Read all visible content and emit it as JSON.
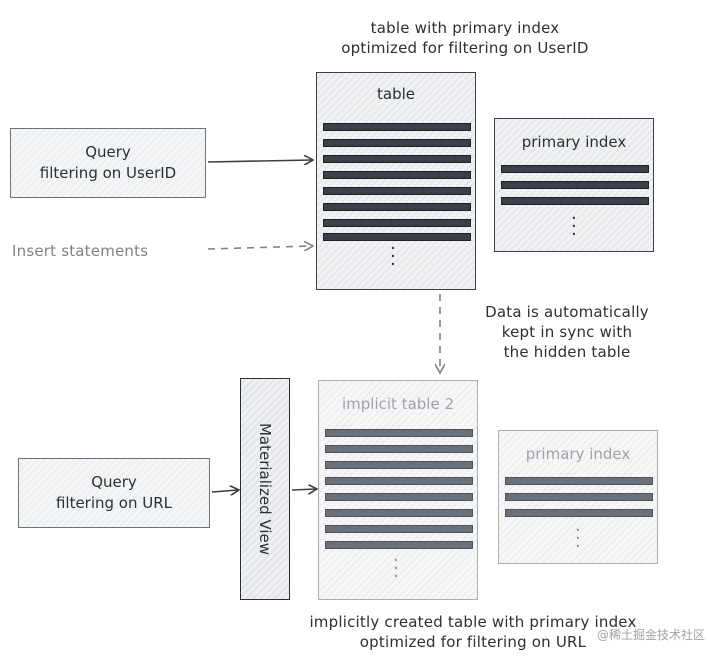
{
  "top_caption": [
    "table with primary index",
    "optimized for filtering on UserID"
  ],
  "table": {
    "title": "table"
  },
  "primary_index_top": {
    "title": "primary index"
  },
  "query_userid": [
    "Query",
    "filtering on UserID"
  ],
  "insert_label": "Insert statements",
  "sync_note": [
    "Data is automatically",
    "kept in sync with",
    "the hidden table"
  ],
  "materialized_view": {
    "label": "Materialized View"
  },
  "implicit_table": {
    "title": "implicit table 2"
  },
  "primary_index_bottom": {
    "title": "primary index"
  },
  "query_url": [
    "Query",
    "filtering on URL"
  ],
  "bottom_caption": [
    "implicitly created table with primary index",
    "optimized for filtering on URL"
  ],
  "watermark": "@稀土掘金技术社区",
  "colors": {
    "ink": "#2b2f3a",
    "row": "#3b3f47",
    "faded": "#9ea2a9"
  }
}
